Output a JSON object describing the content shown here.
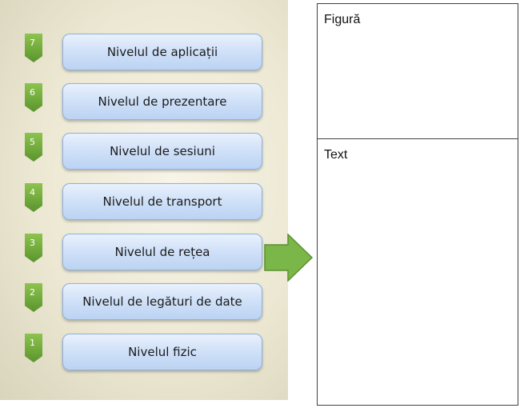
{
  "osi_layers": [
    {
      "number": "7",
      "label": "Nivelul de aplicații"
    },
    {
      "number": "6",
      "label": "Nivelul de prezentare"
    },
    {
      "number": "5",
      "label": "Nivelul de sesiuni"
    },
    {
      "number": "4",
      "label": "Nivelul de transport"
    },
    {
      "number": "3",
      "label": "Nivelul de rețea"
    },
    {
      "number": "2",
      "label": "Nivelul de legături de date"
    },
    {
      "number": "1",
      "label": "Nivelul fizic"
    }
  ],
  "selected_layer": "3",
  "pointer_arrow": {
    "icon": "right-arrow-icon",
    "color": "#7ab648"
  },
  "figure_panel": {
    "label": "Figură"
  },
  "text_panel": {
    "label": "Text"
  },
  "colors": {
    "badge": "#6fa83a",
    "button_fill": "#cfe0f8",
    "button_border": "#8fb2e0",
    "panel_background": "#ece8d3"
  }
}
